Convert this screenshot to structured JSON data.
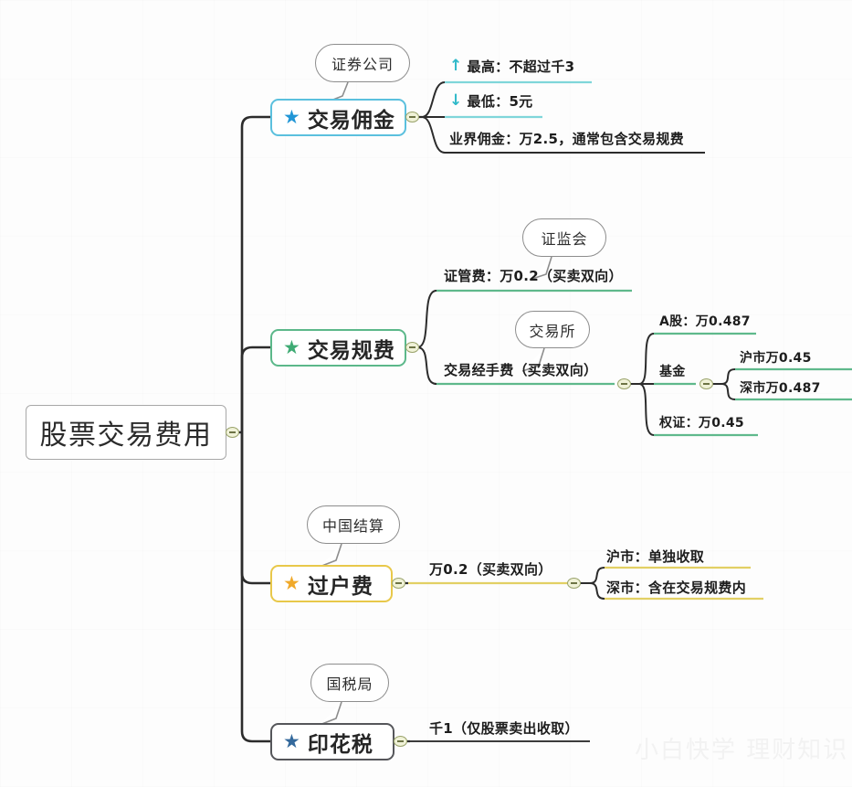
{
  "diagram": {
    "title": "股票交易费用",
    "root": {
      "label": "股票交易费用"
    },
    "branches": [
      {
        "id": "commission",
        "label": "交易佣金",
        "star_icon": "star-icon",
        "color": "#5bc0de",
        "star_color": "#2196d6",
        "callout": "证券公司",
        "leaves": [
          {
            "text": "最高：不超过千3",
            "icon": "arrow-up-icon",
            "icon_glyph": "↑",
            "icon_color": "#2fb9c9"
          },
          {
            "text": "最低：5元",
            "icon": "arrow-down-icon",
            "icon_glyph": "↓",
            "icon_color": "#2fb9c9"
          },
          {
            "text": "业界佣金：万2.5，通常包含交易规费",
            "icon": "",
            "icon_glyph": "",
            "icon_color": ""
          }
        ]
      },
      {
        "id": "regulatory-fee",
        "label": "交易规费",
        "star_icon": "star-icon",
        "color": "#5cb88a",
        "star_color": "#3fab74",
        "callout": "证监会",
        "callout2": "交易所",
        "leaves": [
          {
            "text": "证管费：万0.2（买卖双向）"
          },
          {
            "text": "交易经手费（买卖双向）"
          }
        ],
        "sub_leaves": [
          {
            "text": "A股：万0.487"
          },
          {
            "text": "基金"
          },
          {
            "text": "权证：万0.45"
          }
        ],
        "sub_sub_leaves": [
          {
            "text": "沪市万0.45"
          },
          {
            "text": "深市万0.487"
          }
        ]
      },
      {
        "id": "transfer-fee",
        "label": "过户费",
        "star_icon": "star-icon",
        "color": "#e8c84a",
        "star_color": "#f0a92a",
        "callout": "中国结算",
        "leaves": [
          {
            "text": "万0.2（买卖双向）"
          }
        ],
        "sub_leaves": [
          {
            "text": "沪市：单独收取"
          },
          {
            "text": "深市：含在交易规费内"
          }
        ]
      },
      {
        "id": "stamp-duty",
        "label": "印花税",
        "star_icon": "star-icon",
        "color": "#55565a",
        "star_color": "#34699c",
        "callout": "国税局",
        "leaves": [
          {
            "text": "千1（仅股票卖出收取）"
          }
        ]
      }
    ],
    "toggle_label": "−",
    "watermark": "小白快学 理财知识"
  }
}
